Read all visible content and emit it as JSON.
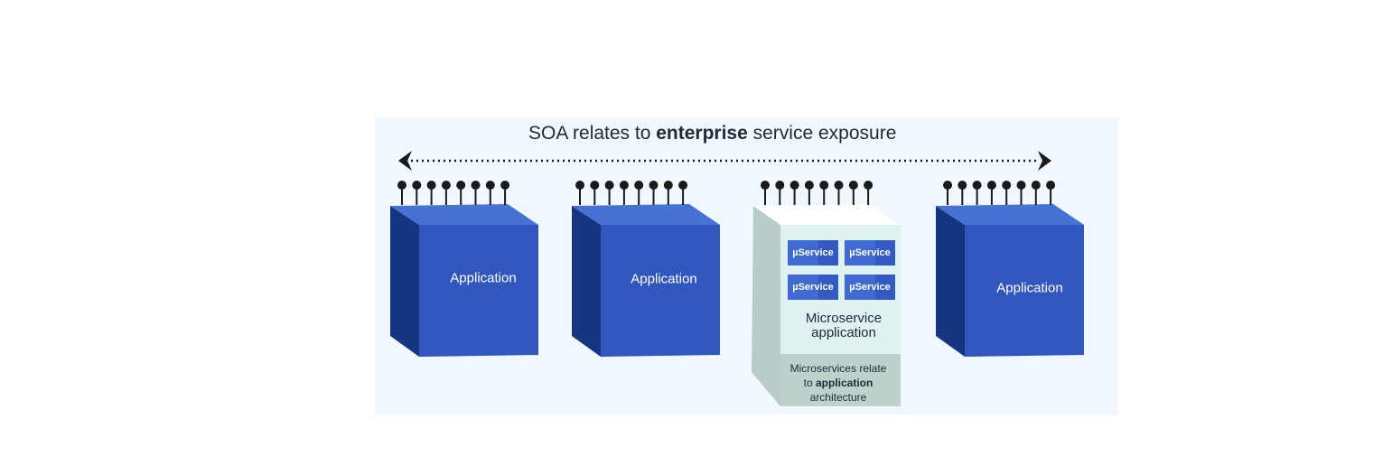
{
  "header": {
    "title_part1": "SOA relates to ",
    "title_bold": "enterprise",
    "title_part2": " service exposure"
  },
  "applications": [
    {
      "label": "Application"
    },
    {
      "label": "Application"
    },
    {
      "label": "Application"
    }
  ],
  "microservice_app": {
    "services": [
      "µService",
      "µService",
      "µService",
      "µService"
    ],
    "label_line1": "Microservice",
    "label_line2": "application",
    "note_line1": "Microservices relate",
    "note_line2_prefix": "to ",
    "note_line2_bold": "application",
    "note_line3": "architecture"
  },
  "colors": {
    "panel_bg": "#f0f7fd",
    "cube_front": "#3156bd",
    "cube_side": "#163580",
    "cube_top": "#4672d6",
    "micro_front": "#dff3f2",
    "micro_side": "#b8ccc9",
    "micro_top": "#ffffff",
    "service_box": "#4069d1",
    "pin": "#1a1a1a",
    "arrow": "#1a1a1a"
  },
  "pins_per_block": 8
}
